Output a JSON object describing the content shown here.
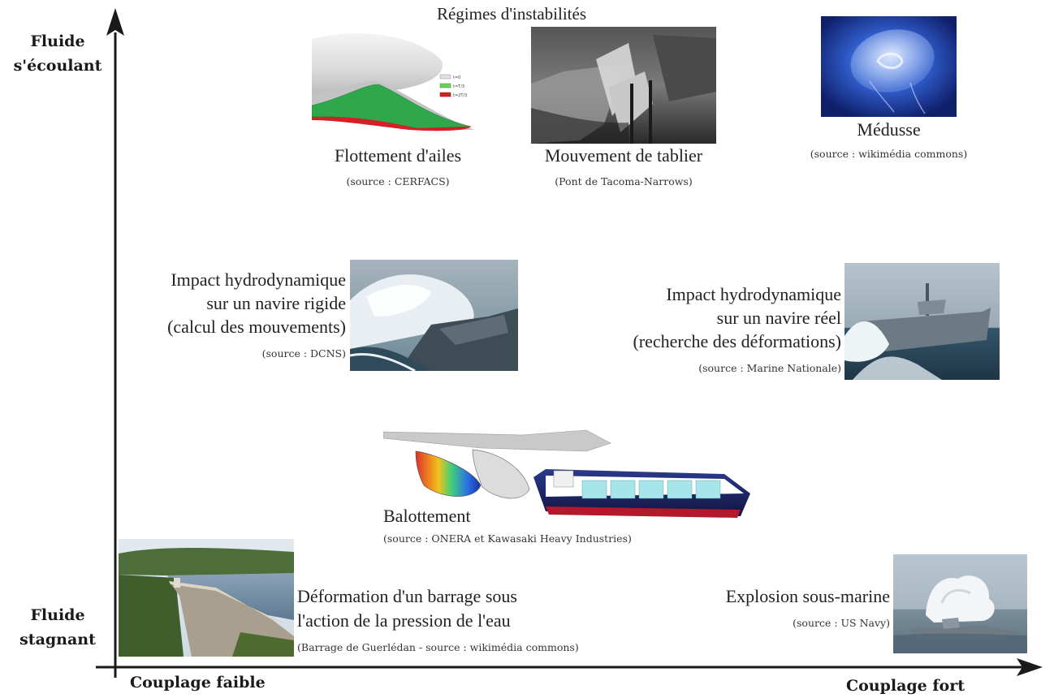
{
  "axes": {
    "y_top": "Fluide\ns'écoulant",
    "y_bottom": "Fluide\nstagnant",
    "x_left": "Couplage faible",
    "x_right": "Couplage fort"
  },
  "title": "Régimes d'instabilités",
  "items": {
    "wing": {
      "caption": "Flottement d'ailes",
      "source": "(source : CERFACS)",
      "legend": [
        "t=0",
        "t=T/3",
        "t=2T/3"
      ]
    },
    "bridge": {
      "caption": "Mouvement de tablier",
      "source": "(Pont de Tacoma-Narrows)"
    },
    "jellyfish": {
      "caption": "Médusse",
      "source": "(source : wikimédia commons)"
    },
    "rigid_ship": {
      "caption": "Impact hydrodynamique\nsur un navire rigide\n(calcul des mouvements)",
      "source": "(source : DCNS)"
    },
    "real_ship": {
      "caption": "Impact hydrodynamique\nsur un navire réel\n(recherche des déformations)",
      "source": "(source : Marine Nationale)"
    },
    "sloshing": {
      "caption": "Balottement",
      "source": "(source : ONERA et Kawasaki Heavy Industries)"
    },
    "dam": {
      "caption": "Déformation d'un barrage sous\nl'action de la pression de l'eau",
      "source": "(Barrage de Guerlédan - source : wikimédia commons)"
    },
    "explosion": {
      "caption": "Explosion sous-marine",
      "source": "(source : US Navy)"
    }
  },
  "colors": {
    "axis": "#1a1a1a",
    "wing_green": "#2ea84a",
    "wing_red": "#d41f26",
    "sea": "#3f6f8c",
    "jelly_bg": "#1f3f9a"
  }
}
